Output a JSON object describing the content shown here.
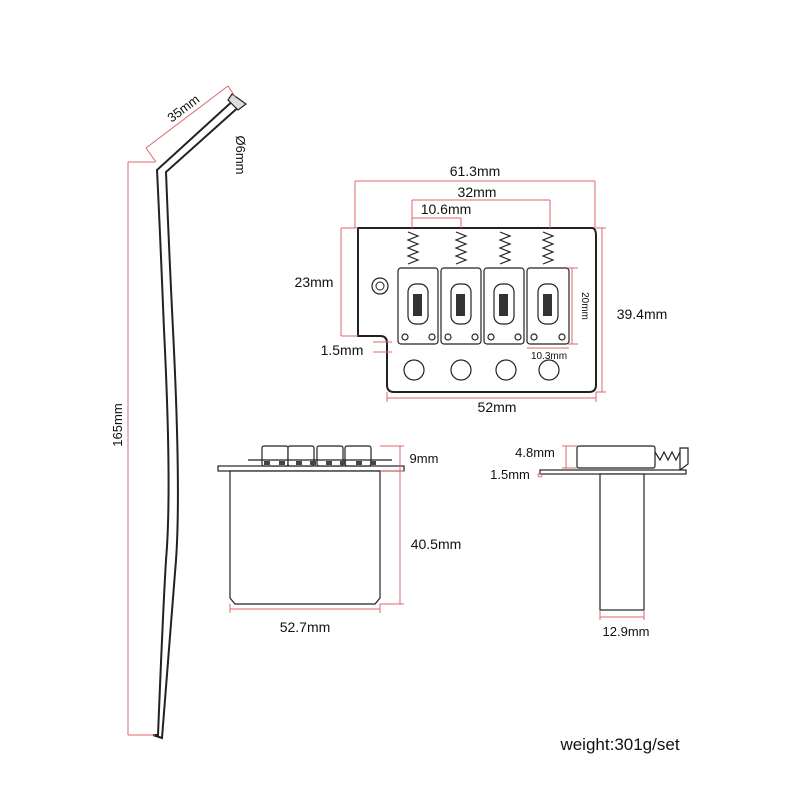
{
  "labels": {
    "arm_length": "165mm",
    "arm_bend": "35mm",
    "arm_diameter": "Ø6mm",
    "total_width": "61.3mm",
    "outer_string_spacing": "32mm",
    "string_spacing": "10.6mm",
    "saddle_height_edge": "23mm",
    "plate_depth": "39.4mm",
    "saddle_length": "20mm",
    "plate_thickness": "1.5mm",
    "saddle_width": "10.3mm",
    "block_width_top": "52mm",
    "side_top_height": "9mm",
    "block_height": "40.5mm",
    "block_width": "52.7mm",
    "saddle_profile_height": "4.8mm",
    "plate_thickness_side": "1.5mm",
    "block_depth": "12.9mm"
  },
  "weight": "weight:301g/set",
  "colors": {
    "dimension_line": "#e0666d",
    "part_outline": "#222222"
  }
}
